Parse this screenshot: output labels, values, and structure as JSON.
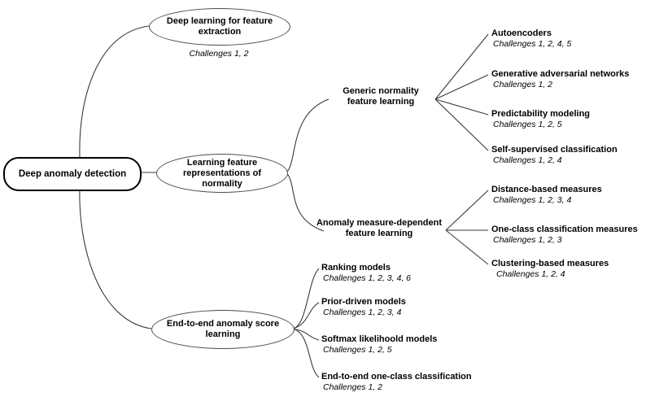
{
  "diagram": {
    "title": "Deep anomaly detection taxonomy",
    "type": "mind-map",
    "background_color": "#ffffff",
    "line_color": "#333333",
    "text_color": "#000000"
  },
  "root": {
    "label": "Deep anomaly detection"
  },
  "branches": [
    {
      "id": "deep-learning-feature-extraction",
      "label": "Deep learning for feature\nextraction",
      "challenges": "Challenges 1, 2",
      "children": []
    },
    {
      "id": "learning-feature-representations",
      "label": "Learning feature\nrepresentations of normality",
      "challenges": "",
      "children": [
        {
          "id": "generic-normality-feature-learning",
          "label": "Generic normality\nfeature learning",
          "children": [
            {
              "id": "autoencoders",
              "label": "Autoencoders",
              "challenges": "Challenges 1, 2, 4, 5"
            },
            {
              "id": "generative-adversarial-networks",
              "label": "Generative adversarial networks",
              "challenges": "Challenges 1, 2"
            },
            {
              "id": "predictability-modeling",
              "label": "Predictability modeling",
              "challenges": "Challenges 1, 2, 5"
            },
            {
              "id": "self-supervised-classification",
              "label": "Self-supervised classification",
              "challenges": "Challenges 1, 2, 4"
            }
          ]
        },
        {
          "id": "anomaly-measure-dependent-feature-learning",
          "label": "Anomaly measure-dependent\nfeature learning",
          "children": [
            {
              "id": "distance-based-measures",
              "label": "Distance-based measures",
              "challenges": "Challenges 1, 2, 3, 4"
            },
            {
              "id": "one-class-classification-measures",
              "label": "One-class classification measures",
              "challenges": "Challenges 1, 2, 3"
            },
            {
              "id": "clustering-based-measures",
              "label": "Clustering-based measures",
              "challenges": "Challenges 1, 2, 4"
            }
          ]
        }
      ]
    },
    {
      "id": "end-to-end-anomaly-score-learning",
      "label": "End-to-end anomaly score\nlearning",
      "challenges": "",
      "children": [
        {
          "id": "ranking-models",
          "label": "Ranking models",
          "challenges": "Challenges 1, 2, 3, 4, 6"
        },
        {
          "id": "prior-driven-models",
          "label": "Prior-driven models",
          "challenges": "Challenges 1, 2, 3, 4"
        },
        {
          "id": "softmax-likelihoold-models",
          "label": "Softmax likelihoold models",
          "challenges": "Challenges 1, 2, 5"
        },
        {
          "id": "end-to-end-one-class-classification",
          "label": "End-to-end one-class classification",
          "challenges": "Challenges 1, 2"
        }
      ]
    }
  ]
}
